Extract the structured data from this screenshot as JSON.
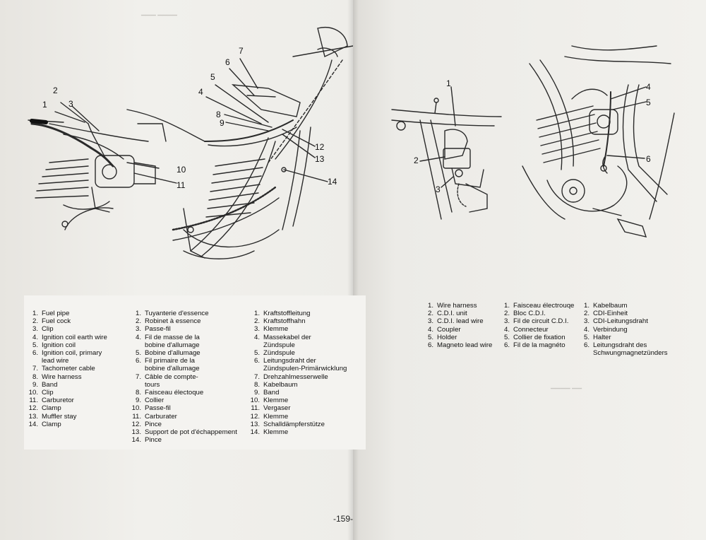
{
  "page_number": "-159-",
  "left_figure": {
    "callouts": [
      "1",
      "2",
      "3",
      "4",
      "5",
      "6",
      "7",
      "8",
      "9",
      "10",
      "11",
      "12",
      "13",
      "14"
    ]
  },
  "right_figure": {
    "callouts": [
      "1",
      "2",
      "3",
      "4",
      "5",
      "6"
    ]
  },
  "left_legend": {
    "english": [
      {
        "n": "1.",
        "t": "Fuel pipe"
      },
      {
        "n": "2.",
        "t": "Fuel cock"
      },
      {
        "n": "3.",
        "t": "Clip"
      },
      {
        "n": "4.",
        "t": "Ignition coil earth wire"
      },
      {
        "n": "5.",
        "t": "Ignition coil"
      },
      {
        "n": "6.",
        "t": "Ignition coil, primary",
        "t2": "lead wire"
      },
      {
        "n": "7.",
        "t": "Tachometer cable"
      },
      {
        "n": "8.",
        "t": "Wire harness"
      },
      {
        "n": "9.",
        "t": "Band"
      },
      {
        "n": "10.",
        "t": "Clip"
      },
      {
        "n": "11.",
        "t": "Carburetor"
      },
      {
        "n": "12.",
        "t": "Clamp"
      },
      {
        "n": "13.",
        "t": "Muffler stay"
      },
      {
        "n": "14.",
        "t": "Clamp"
      }
    ],
    "french": [
      {
        "n": "1.",
        "t": "Tuyanterie d'essence"
      },
      {
        "n": "2.",
        "t": "Robinet à essence"
      },
      {
        "n": "3.",
        "t": "Passe-fil"
      },
      {
        "n": "4.",
        "t": "Fil de masse de la",
        "t2": "bobine d'allumage"
      },
      {
        "n": "5.",
        "t": "Bobine d'allumage"
      },
      {
        "n": "6.",
        "t": "Fil primaire de la",
        "t2": "bobine d'allumage"
      },
      {
        "n": "7.",
        "t": "Câble de compte-",
        "t2": "tours"
      },
      {
        "n": "8.",
        "t": "Faisceau électoque"
      },
      {
        "n": "9.",
        "t": "Collier"
      },
      {
        "n": "10.",
        "t": "Passe-fil"
      },
      {
        "n": "11.",
        "t": "Carburater"
      },
      {
        "n": "12.",
        "t": "Pince"
      },
      {
        "n": "13.",
        "t": "Support de pot d'échappement"
      },
      {
        "n": "14.",
        "t": "Pince"
      }
    ],
    "german": [
      {
        "n": "1.",
        "t": "Kraftstoffleitung"
      },
      {
        "n": "2.",
        "t": "Kraftstoffhahn"
      },
      {
        "n": "3.",
        "t": "Klemme"
      },
      {
        "n": "4.",
        "t": "Massekabel der",
        "t2": "Zündspule"
      },
      {
        "n": "5.",
        "t": "Zündspule"
      },
      {
        "n": "6.",
        "t": "Leitungsdraht der",
        "t2": "Zündspulen-Primärwicklung"
      },
      {
        "n": "7.",
        "t": "Drehzahlmesserwelle"
      },
      {
        "n": "8.",
        "t": "Kabelbaum"
      },
      {
        "n": "9.",
        "t": "Band"
      },
      {
        "n": "10.",
        "t": "Klemme"
      },
      {
        "n": "11.",
        "t": "Vergaser"
      },
      {
        "n": "12.",
        "t": "Klemme"
      },
      {
        "n": "13.",
        "t": "Schalldämpferstütze"
      },
      {
        "n": "14.",
        "t": "Klemme"
      }
    ]
  },
  "right_legend": {
    "english": [
      {
        "n": "1.",
        "t": "Wire harness"
      },
      {
        "n": "2.",
        "t": "C.D.I. unit"
      },
      {
        "n": "3.",
        "t": "C.D.I. lead wire"
      },
      {
        "n": "4.",
        "t": "Coupler"
      },
      {
        "n": "5.",
        "t": "Holder"
      },
      {
        "n": "6.",
        "t": "Magneto lead wire"
      }
    ],
    "french": [
      {
        "n": "1.",
        "t": "Faisceau électrouqe"
      },
      {
        "n": "2.",
        "t": "Bloc C.D.I."
      },
      {
        "n": "3.",
        "t": "Fil de circuit C.D.I."
      },
      {
        "n": "4.",
        "t": "Connecteur"
      },
      {
        "n": "5.",
        "t": "Collier de fixation"
      },
      {
        "n": "6.",
        "t": "Fil de la magnéto"
      }
    ],
    "german": [
      {
        "n": "1.",
        "t": "Kabelbaum"
      },
      {
        "n": "2.",
        "t": "CDI-Einheit"
      },
      {
        "n": "3.",
        "t": "CDI-Leitungsdraht"
      },
      {
        "n": "4.",
        "t": "Verbindung"
      },
      {
        "n": "5.",
        "t": "Halter"
      },
      {
        "n": "6.",
        "t": "Leitungsdraht des",
        "t2": "Schwungmagnetzünders"
      }
    ]
  }
}
